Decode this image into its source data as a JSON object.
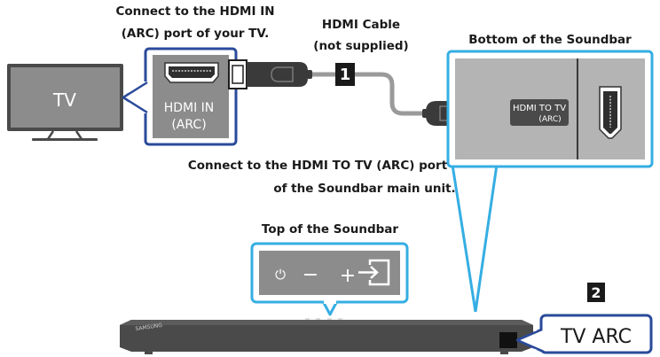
{
  "tv": {
    "label": "TV"
  },
  "tv_port": {
    "caption_line1": "Connect to the HDMI IN",
    "caption_line2": "(ARC) port of your TV.",
    "port_label_line1": "HDMI IN",
    "port_label_line2": "(ARC)"
  },
  "cable": {
    "label_line1": "HDMI Cable",
    "label_line2": "(not supplied)",
    "step_number": "1"
  },
  "soundbar_bottom": {
    "title": "Bottom of the Soundbar",
    "port_label_line1": "HDMI TO TV",
    "port_label_line2": "(ARC)"
  },
  "soundbar_connect": {
    "caption_line1": "Connect to the HDMI TO TV (ARC) port",
    "caption_line2": "of the Soundbar main unit."
  },
  "soundbar_top": {
    "title": "Top of the Soundbar",
    "power_symbol": "⏻",
    "minus_symbol": "−",
    "plus_symbol": "+"
  },
  "soundbar": {
    "brand": "SAMSUNG"
  },
  "display": {
    "step_number": "2",
    "label": "TV ARC"
  },
  "colors": {
    "frame_blue": "#2a4a9a",
    "frame_cyan": "#35aee3",
    "panel_gray": "#8c8c8c",
    "panel_light": "#b4b4b4",
    "cable_gray": "#9a9a9a",
    "connector_dark": "#3a3a3a",
    "soundbar_dark": "#4a4a4a"
  }
}
